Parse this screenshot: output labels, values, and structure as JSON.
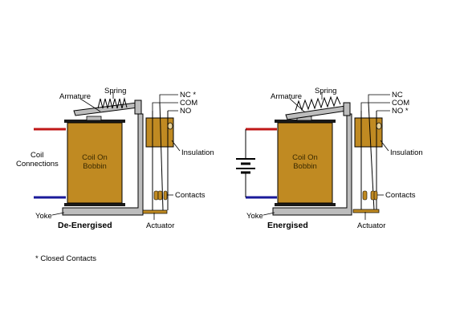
{
  "relays": [
    {
      "id": "left",
      "state_caption": "De-Energised",
      "labels": {
        "armature": "Armature",
        "spring": "Spring",
        "nc": "NC *",
        "com": "COM",
        "no": "NO",
        "insulation": "Insulation",
        "contacts": "Contacts",
        "actuator": "Actuator",
        "yoke": "Yoke",
        "coil_line1": "Coil On",
        "coil_line2": "Bobbin",
        "coil_connections_line1": "Coil",
        "coil_connections_line2": "Connections"
      }
    },
    {
      "id": "right",
      "state_caption": "Energised",
      "labels": {
        "armature": "Armature",
        "spring": "Spring",
        "nc": "NC",
        "com": "COM",
        "no": "NO *",
        "insulation": "Insulation",
        "contacts": "Contacts",
        "actuator": "Actuator",
        "yoke": "Yoke",
        "coil_line1": "Coil On",
        "coil_line2": "Bobbin"
      }
    }
  ],
  "footnote": "* Closed Contacts",
  "colors": {
    "coil": "#c08a22",
    "metal": "#bdbdbd",
    "wire_positive": "#c01818",
    "wire_negative": "#1a1a9a",
    "outline": "#000000"
  }
}
